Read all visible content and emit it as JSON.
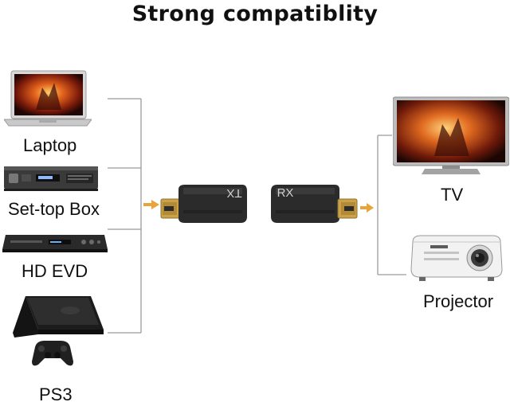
{
  "title": "Strong compatiblity",
  "sources": [
    {
      "label": "Laptop",
      "icon": "laptop-icon"
    },
    {
      "label": "Set-top Box",
      "icon": "set-top-box-icon"
    },
    {
      "label": "HD EVD",
      "icon": "dvd-player-icon"
    },
    {
      "label": "PS3",
      "icon": "ps3-console-icon"
    }
  ],
  "extender": {
    "transmitter_label": "TX",
    "receiver_label": "RX"
  },
  "displays": [
    {
      "label": "TV",
      "icon": "tv-icon"
    },
    {
      "label": "Projector",
      "icon": "projector-icon"
    }
  ],
  "colors": {
    "arrow": "#e8a33a",
    "line": "#9a9a9a",
    "adapter_body": "#2b2b2b",
    "hdmi_gold": "#c9a24a"
  }
}
